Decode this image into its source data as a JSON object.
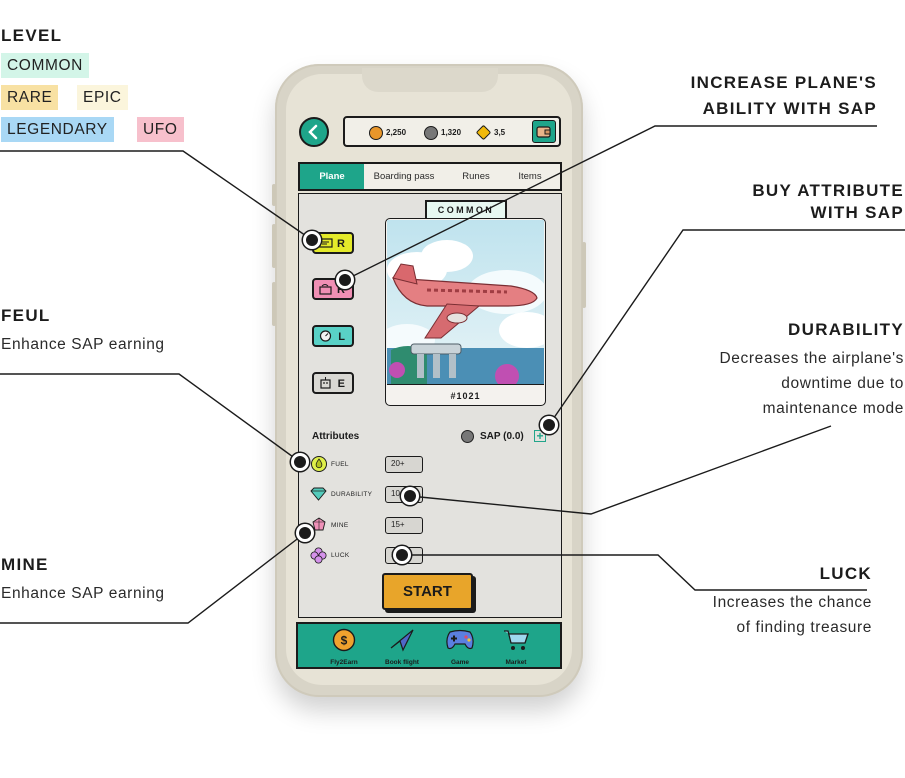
{
  "legend": {
    "title": "LEVEL",
    "levels": [
      {
        "label": "COMMON",
        "color": "#d3f5e8"
      },
      {
        "label": "RARE",
        "color": "#f8e1a3"
      },
      {
        "label": "EPIC",
        "color": "#fbf5dc"
      },
      {
        "label": "LEGENDARY",
        "color": "#a9d8f5"
      },
      {
        "label": "UFO",
        "color": "#f7c0cc"
      }
    ]
  },
  "callouts": {
    "fuel": {
      "title": "FEUL",
      "text": "Enhance SAP earning"
    },
    "mine": {
      "title": "MINE",
      "text": "Enhance SAP earning"
    },
    "increase": {
      "title_line1": "INCREASE PLANE'S",
      "title_line2": "ABILITY WITH SAP"
    },
    "buy": {
      "title_line1": "BUY ATTRIBUTE",
      "title_line2": "WITH SAP"
    },
    "durability": {
      "title": "DURABILITY",
      "text_line1": "Decreases the airplane's",
      "text_line2": "downtime due to",
      "text_line3": "maintenance mode"
    },
    "luck": {
      "title": "LUCK",
      "text_line1": "Increases the chance",
      "text_line2": "of finding treasure"
    }
  },
  "app": {
    "back_icon": "chevron-left-icon",
    "balances": [
      {
        "icon": "coin-icon",
        "value": "2,250",
        "color": "#e8962a"
      },
      {
        "icon": "sap-token-icon",
        "value": "1,320",
        "color": "#777777"
      },
      {
        "icon": "bnb-icon",
        "value": "3,5",
        "color": "#f0b90b"
      }
    ],
    "wallet_icon": "wallet-icon",
    "tabs": [
      "Plane",
      "Boarding pass",
      "Runes",
      "Items"
    ],
    "active_tab": "Plane",
    "equip_slots": [
      {
        "icon": "ticket-icon",
        "level": "R",
        "color": "#e4ea2a"
      },
      {
        "icon": "radio-icon",
        "level": "R",
        "color": "#f08fb4"
      },
      {
        "icon": "gauge-icon",
        "level": "L",
        "color": "#59d1c6"
      },
      {
        "icon": "robot-icon",
        "level": "E",
        "color": "#d9d8d3"
      }
    ],
    "plane_level": "COMMON",
    "plane_id": "#1021",
    "attributes_title": "Attributes",
    "sap_label": "SAP (0.0)",
    "attributes": [
      {
        "name": "FUEL",
        "icon": "fuel-drop-icon",
        "value": "20+"
      },
      {
        "name": "DURABILITY",
        "icon": "diamond-icon",
        "value": "10+"
      },
      {
        "name": "MINE",
        "icon": "gem-icon",
        "value": "15+"
      },
      {
        "name": "LUCK",
        "icon": "clover-icon",
        "value": "10"
      }
    ],
    "start_label": "START",
    "nav": [
      {
        "label": "Fly2Earn",
        "icon": "coin-icon"
      },
      {
        "label": "Book flight",
        "icon": "paper-plane-icon"
      },
      {
        "label": "Game",
        "icon": "gamepad-icon"
      },
      {
        "label": "Market",
        "icon": "cart-icon"
      }
    ]
  }
}
